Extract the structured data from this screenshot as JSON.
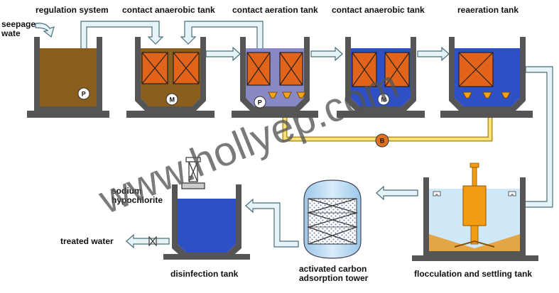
{
  "labels": {
    "regulation": "regulation system",
    "contact_anaerobic_1": "contact anaerobic tank",
    "contact_aeration": "contact aeration tank",
    "contact_anaerobic_2": "contact anaerobic tank",
    "reaeration": "reaeration tank",
    "seepage_line1": "seepage",
    "seepage_line2": "wate",
    "sodium_line1": "sodium",
    "sodium_line2": "hypochlorite",
    "treated_water": "treated water",
    "disinfection": "disinfection tank",
    "carbon_line1": "activated carbon",
    "carbon_line2": "adsorption tower",
    "flocculation": "flocculation and settling tank"
  },
  "badges": {
    "pump": "P",
    "mixer": "M",
    "blower": "B"
  },
  "watermark": "www.hollyep.com",
  "colors": {
    "pipe_fill": "#e6f4f8",
    "pipe_stroke": "#4a6f7c",
    "wall": "#555555",
    "brown_water": "#8a5e1c",
    "aeration_water": "#8888c4",
    "blue_water": "#2f4fc4",
    "media_orange": "#e2641a",
    "diffuser": "#f7a21b",
    "air_pipe": "#f0d040",
    "settler_yellow": "#f39c12"
  }
}
